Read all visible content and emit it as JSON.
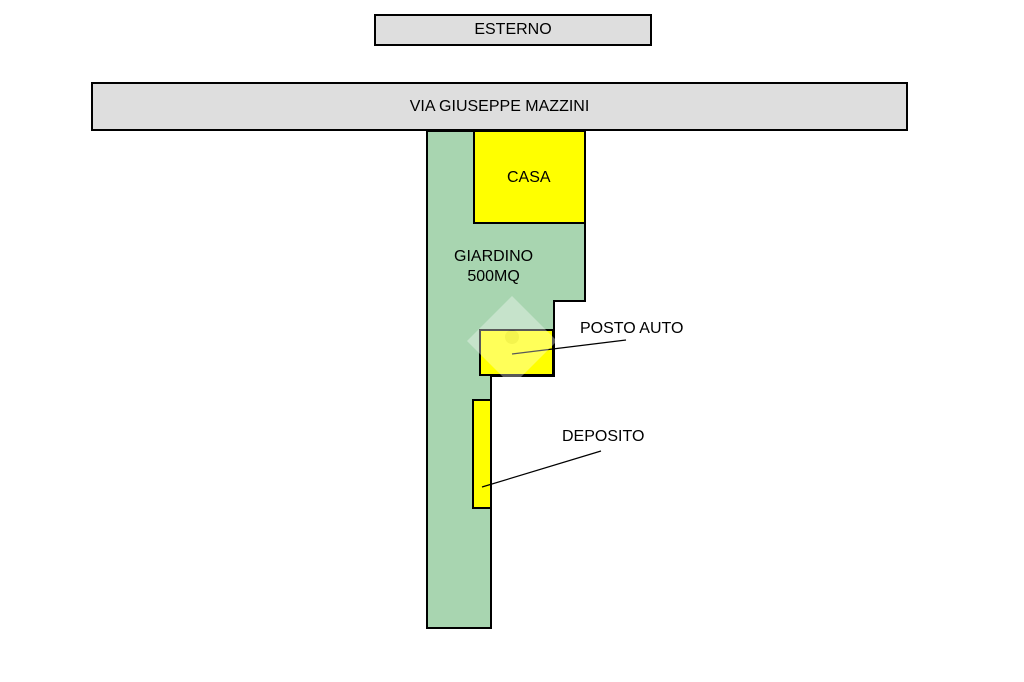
{
  "labels": {
    "esterno": "ESTERNO",
    "via": "VIA GIUSEPPE MAZZINI",
    "casa": "CASA",
    "giardino_line1": "GIARDINO",
    "giardino_line2": "500MQ",
    "posto_auto": "POSTO AUTO",
    "deposito": "DEPOSITO"
  },
  "colors": {
    "street_fill": "#dedede",
    "garden_fill": "#a8d5b0",
    "building_fill": "#ffff00",
    "outline": "#000000"
  }
}
